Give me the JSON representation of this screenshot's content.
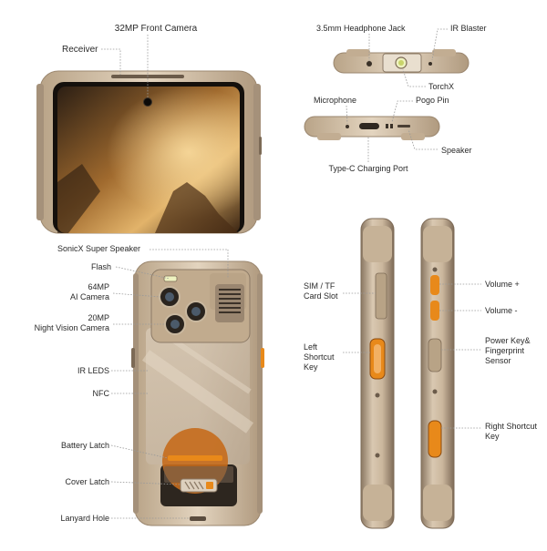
{
  "labels": {
    "front_camera": "32MP Front Camera",
    "receiver": "Receiver",
    "headphone_jack": "3.5mm Headphone Jack",
    "ir_blaster": "IR Blaster",
    "torchx": "TorchX",
    "microphone": "Microphone",
    "pogo_pin": "Pogo Pin",
    "speaker": "Speaker",
    "type_c": "Type-C Charging Port",
    "sonicx": "SonicX Super Speaker",
    "flash": "Flash",
    "ai_camera": "64MP\nAI Camera",
    "night_vision": "20MP\nNight Vision Camera",
    "ir_leds": "IR LEDS",
    "nfc": "NFC",
    "battery_latch": "Battery Latch",
    "cover_latch": "Cover Latch",
    "lanyard_hole": "Lanyard Hole",
    "sim_slot": "SIM / TF\nCard Slot",
    "left_shortcut": "Left\nShortcut\nKey",
    "volume_up": "Volume +",
    "volume_down": "Volume -",
    "power_key": "Power Key&\nFingerprint\nSensor",
    "right_shortcut": "Right Shortcut\nKey"
  },
  "colors": {
    "frame": "#cdb9a0",
    "frame_dark": "#8c7a66",
    "accent": "#e8891a",
    "screen_dark": "#1b1410",
    "back_panel": "#c8b8a3"
  }
}
